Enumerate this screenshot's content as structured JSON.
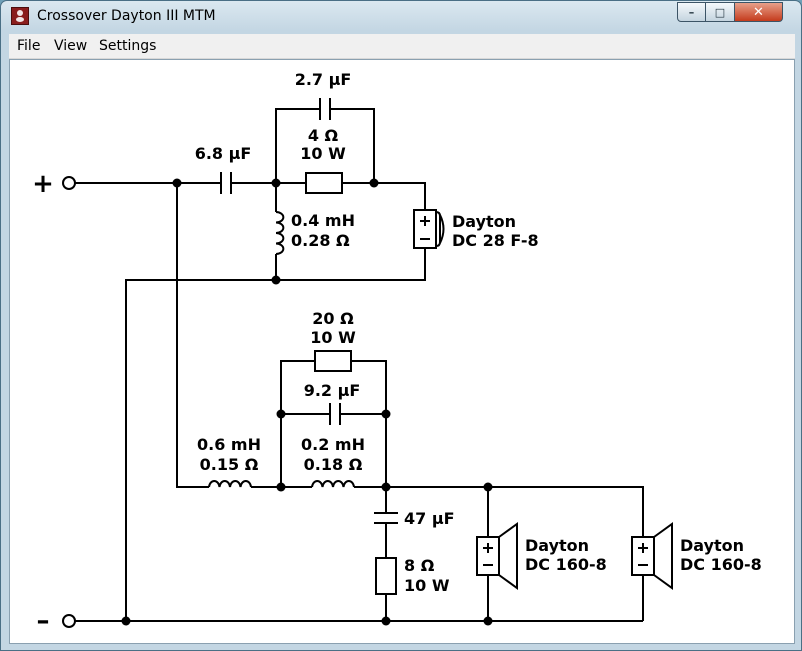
{
  "window": {
    "title": "Crossover Dayton III MTM",
    "icon": "speaker-icon",
    "controls": {
      "minimize": "–",
      "maximize": "□",
      "close": "✕"
    }
  },
  "menu": {
    "items": [
      "File",
      "View",
      "Settings"
    ]
  },
  "terminals": {
    "positive": "+",
    "negative": "–"
  },
  "tweeter_section": {
    "series_cap": {
      "value": "6.8 µF"
    },
    "bypass_cap": {
      "value": "2.7 µF"
    },
    "resistor": {
      "value": "4 Ω",
      "power": "10 W"
    },
    "inductor": {
      "value": "0.4 mH",
      "resistance": "0.28 Ω"
    },
    "driver": {
      "brand": "Dayton",
      "model": "DC 28 F-8"
    }
  },
  "woofer_section": {
    "inductor1": {
      "value": "0.6 mH",
      "resistance": "0.15 Ω"
    },
    "inductor2": {
      "value": "0.2 mH",
      "resistance": "0.18 Ω"
    },
    "resistor": {
      "value": "20 Ω",
      "power": "10 W"
    },
    "cap": {
      "value": "9.2 µF"
    },
    "shunt_cap": {
      "value": "47 µF"
    },
    "shunt_resistor": {
      "value": "8 Ω",
      "power": "10 W"
    },
    "driver1": {
      "brand": "Dayton",
      "model": "DC 160-8"
    },
    "driver2": {
      "brand": "Dayton",
      "model": "DC 160-8"
    }
  },
  "colors": {
    "wire": "#000000",
    "background": "#ffffff"
  }
}
